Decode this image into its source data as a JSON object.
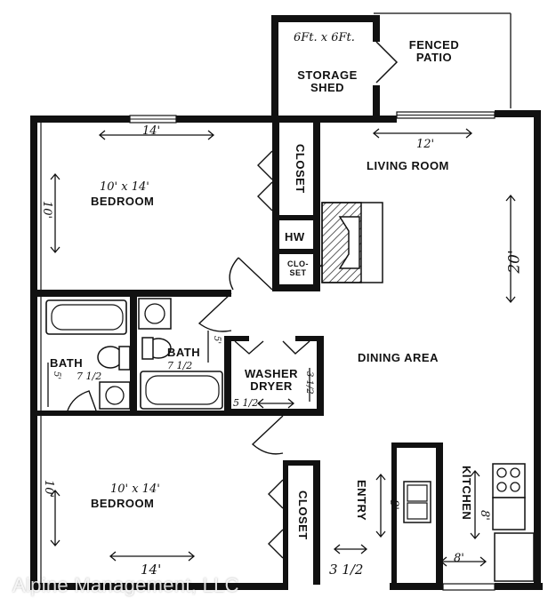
{
  "rooms": {
    "storage_shed_size": "6Ft. x 6Ft.",
    "storage_shed": "STORAGE SHED",
    "fenced_patio": "FENCED PATIO",
    "closet_top": "CLOSET",
    "hw": "HW",
    "closet_small": "CLO-SET",
    "living_room": "LIVING ROOM",
    "living_width": "12'",
    "bedroom1_size": "10' x 14'",
    "bedroom1": "BEDROOM",
    "bedroom1_width": "14'",
    "bedroom1_height": "10'",
    "bath1": "BATH",
    "bath1_dim_a": "7 1/2",
    "bath1_dim_b": "5'",
    "bath2": "BATH",
    "bath2_dim_a": "7 1/2",
    "bath2_dim_b": "5'",
    "washer_dryer": "WASHER DRYER",
    "wd_dim_a": "5 1/2",
    "wd_dim_b": "3 1/2",
    "dining_area": "DINING AREA",
    "height_20": "20'",
    "bedroom2_size": "10' x 14'",
    "bedroom2": "BEDROOM",
    "bedroom2_width": "14'",
    "bedroom2_height": "10'",
    "closet_bottom": "CLOSET",
    "entry": "ENTRY",
    "entry_dim": "8'",
    "entry_width": "3 1/2",
    "kitchen": "KITCHEN",
    "kitchen_dim_a": "8'",
    "kitchen_dim_b": "8'"
  },
  "watermark": "Alpine Management, LLC"
}
